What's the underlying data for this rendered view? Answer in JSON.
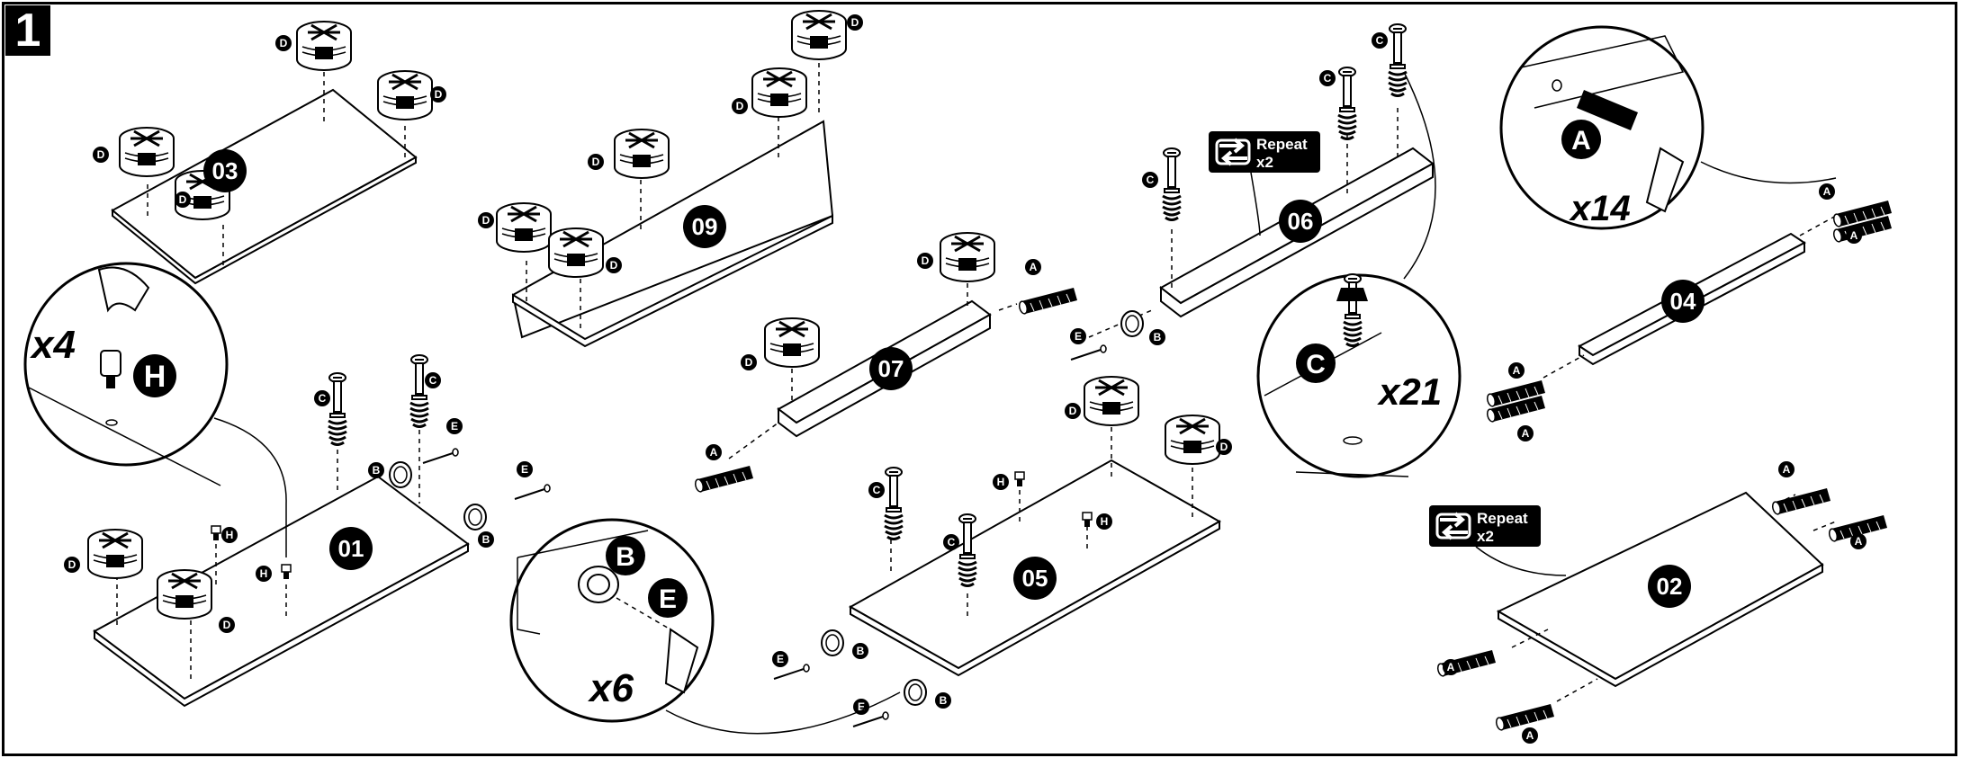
{
  "step_number": "1",
  "panels": [
    {
      "id": "p03",
      "label": "03"
    },
    {
      "id": "p09",
      "label": "09"
    },
    {
      "id": "p01",
      "label": "01"
    },
    {
      "id": "p07",
      "label": "07"
    },
    {
      "id": "p05",
      "label": "05"
    },
    {
      "id": "p06",
      "label": "06"
    },
    {
      "id": "p04",
      "label": "04"
    },
    {
      "id": "p02",
      "label": "02"
    }
  ],
  "callouts": [
    {
      "id": "c-h",
      "part": "H",
      "multiplier": "x4"
    },
    {
      "id": "c-be",
      "part_top": "B",
      "part_bottom": "E",
      "multiplier": "x6"
    },
    {
      "id": "c-c",
      "part": "C",
      "multiplier": "x21"
    },
    {
      "id": "c-a",
      "part": "A",
      "multiplier": "x14"
    }
  ],
  "repeat_badges": [
    {
      "id": "r1",
      "line1": "Repeat",
      "line2": "x2"
    },
    {
      "id": "r2",
      "line1": "Repeat",
      "line2": "x2"
    }
  ],
  "hardware_letters": [
    "A",
    "B",
    "C",
    "D",
    "E",
    "H"
  ]
}
